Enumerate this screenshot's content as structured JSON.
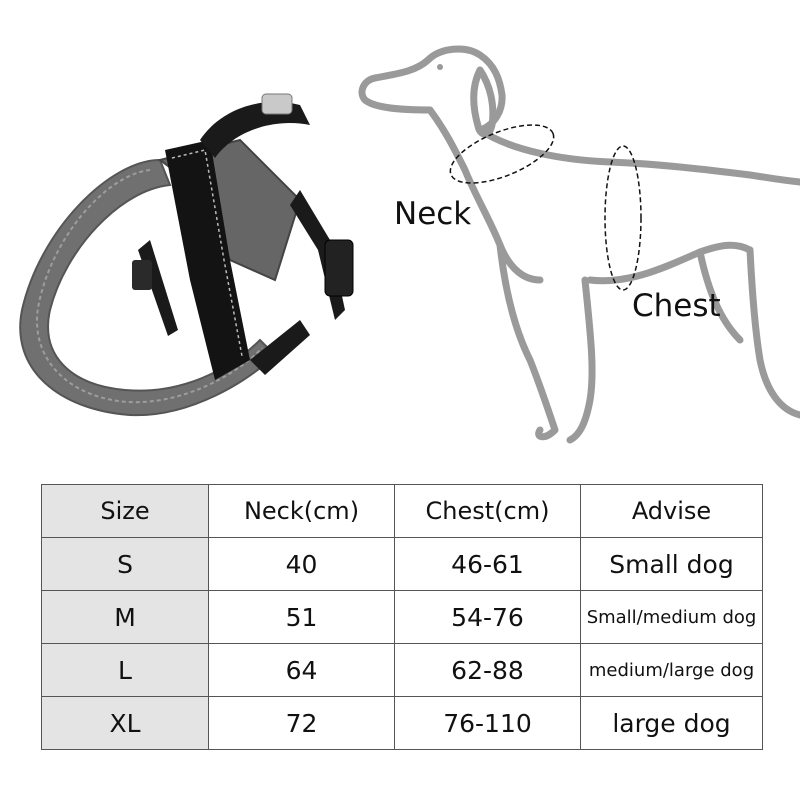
{
  "labels": {
    "neck": "Neck",
    "chest": "Chest"
  },
  "table": {
    "headers": [
      "Size",
      "Neck(cm)",
      "Chest(cm)",
      "Advise"
    ],
    "rows": [
      {
        "size": "S",
        "neck": "40",
        "chest": "46-61",
        "advise": "Small dog"
      },
      {
        "size": "M",
        "neck": "51",
        "chest": "54-76",
        "advise": "Small/medium dog"
      },
      {
        "size": "L",
        "neck": "64",
        "chest": "62-88",
        "advise": "medium/large dog"
      },
      {
        "size": "XL",
        "neck": "72",
        "chest": "76-110",
        "advise": "large dog"
      }
    ]
  },
  "colors": {
    "harness_black": "#111111",
    "harness_grey": "#6d6d6d",
    "dog_outline": "#9a9a9a",
    "size_cell_bg": "#e4e4e4"
  }
}
